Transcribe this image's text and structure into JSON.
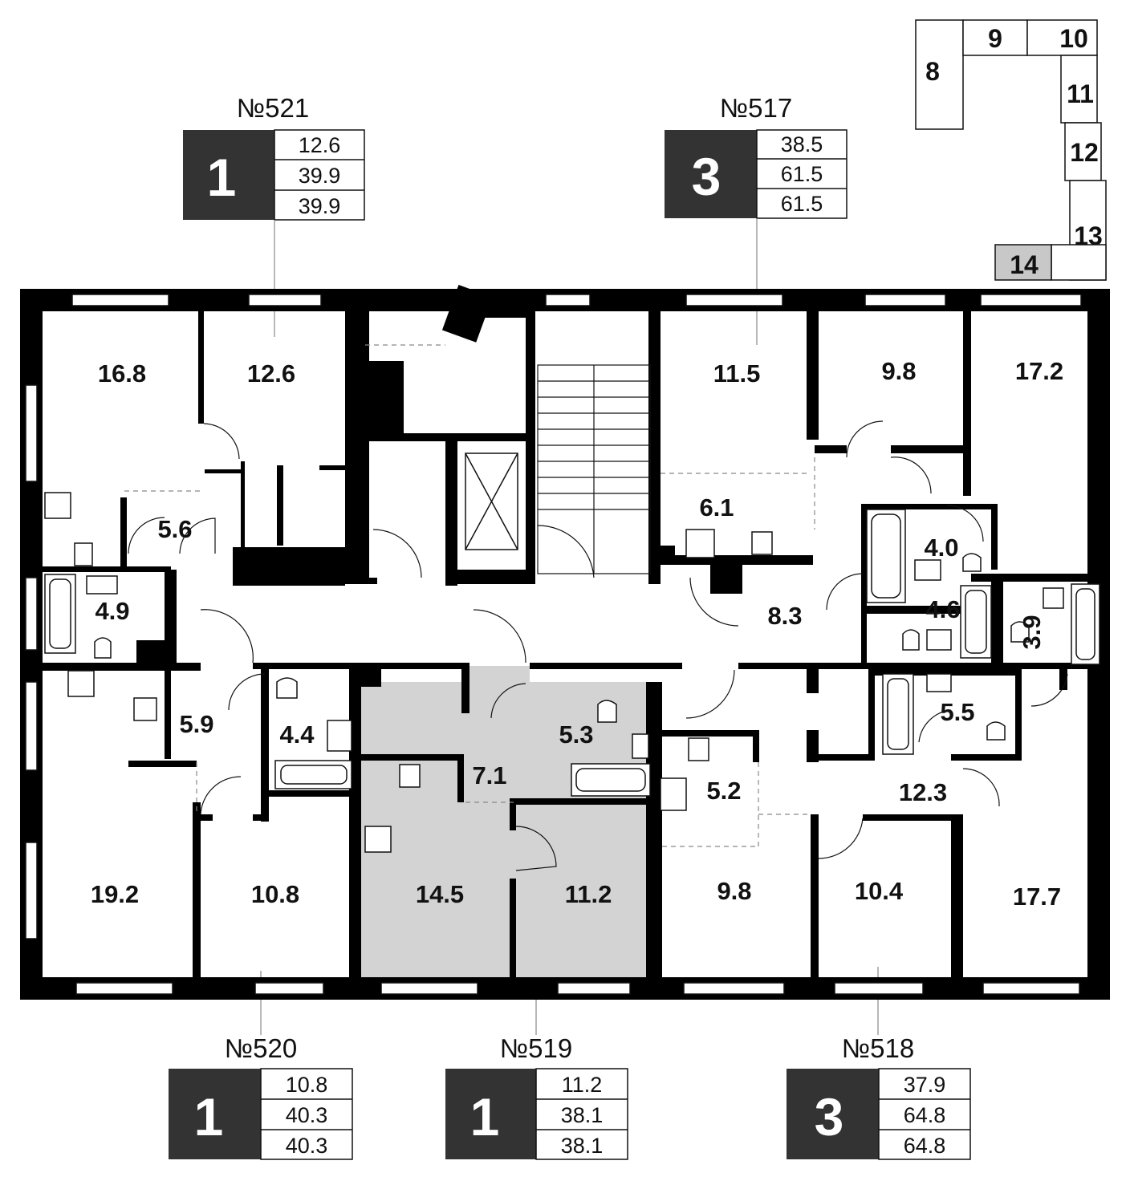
{
  "apartments": [
    {
      "number": "№521",
      "rooms": "1",
      "values": [
        "12.6",
        "39.9",
        "39.9"
      ]
    },
    {
      "number": "№517",
      "rooms": "3",
      "values": [
        "38.5",
        "61.5",
        "61.5"
      ]
    },
    {
      "number": "№520",
      "rooms": "1",
      "values": [
        "10.8",
        "40.3",
        "40.3"
      ]
    },
    {
      "number": "№519",
      "rooms": "1",
      "values": [
        "11.2",
        "38.1",
        "38.1"
      ]
    },
    {
      "number": "№518",
      "rooms": "3",
      "values": [
        "37.9",
        "64.8",
        "64.8"
      ]
    }
  ],
  "rooms": [
    "16.8",
    "12.6",
    "11.5",
    "9.8",
    "17.2",
    "6.1",
    "5.6",
    "4.0",
    "4.9",
    "4.6",
    "8.3",
    "3.9",
    "5.9",
    "4.4",
    "5.3",
    "7.1",
    "5.5",
    "5.2",
    "12.3",
    "19.2",
    "10.8",
    "14.5",
    "11.2",
    "9.8",
    "10.4",
    "17.7"
  ],
  "key_plan": {
    "sections": [
      "8",
      "9",
      "10",
      "11",
      "12",
      "13",
      "14"
    ],
    "highlighted": "14",
    "highlight_color": "#c8c8c8"
  },
  "colors": {
    "wall": "#000000",
    "card": "#333333",
    "highlight": "#d3d3d3"
  }
}
